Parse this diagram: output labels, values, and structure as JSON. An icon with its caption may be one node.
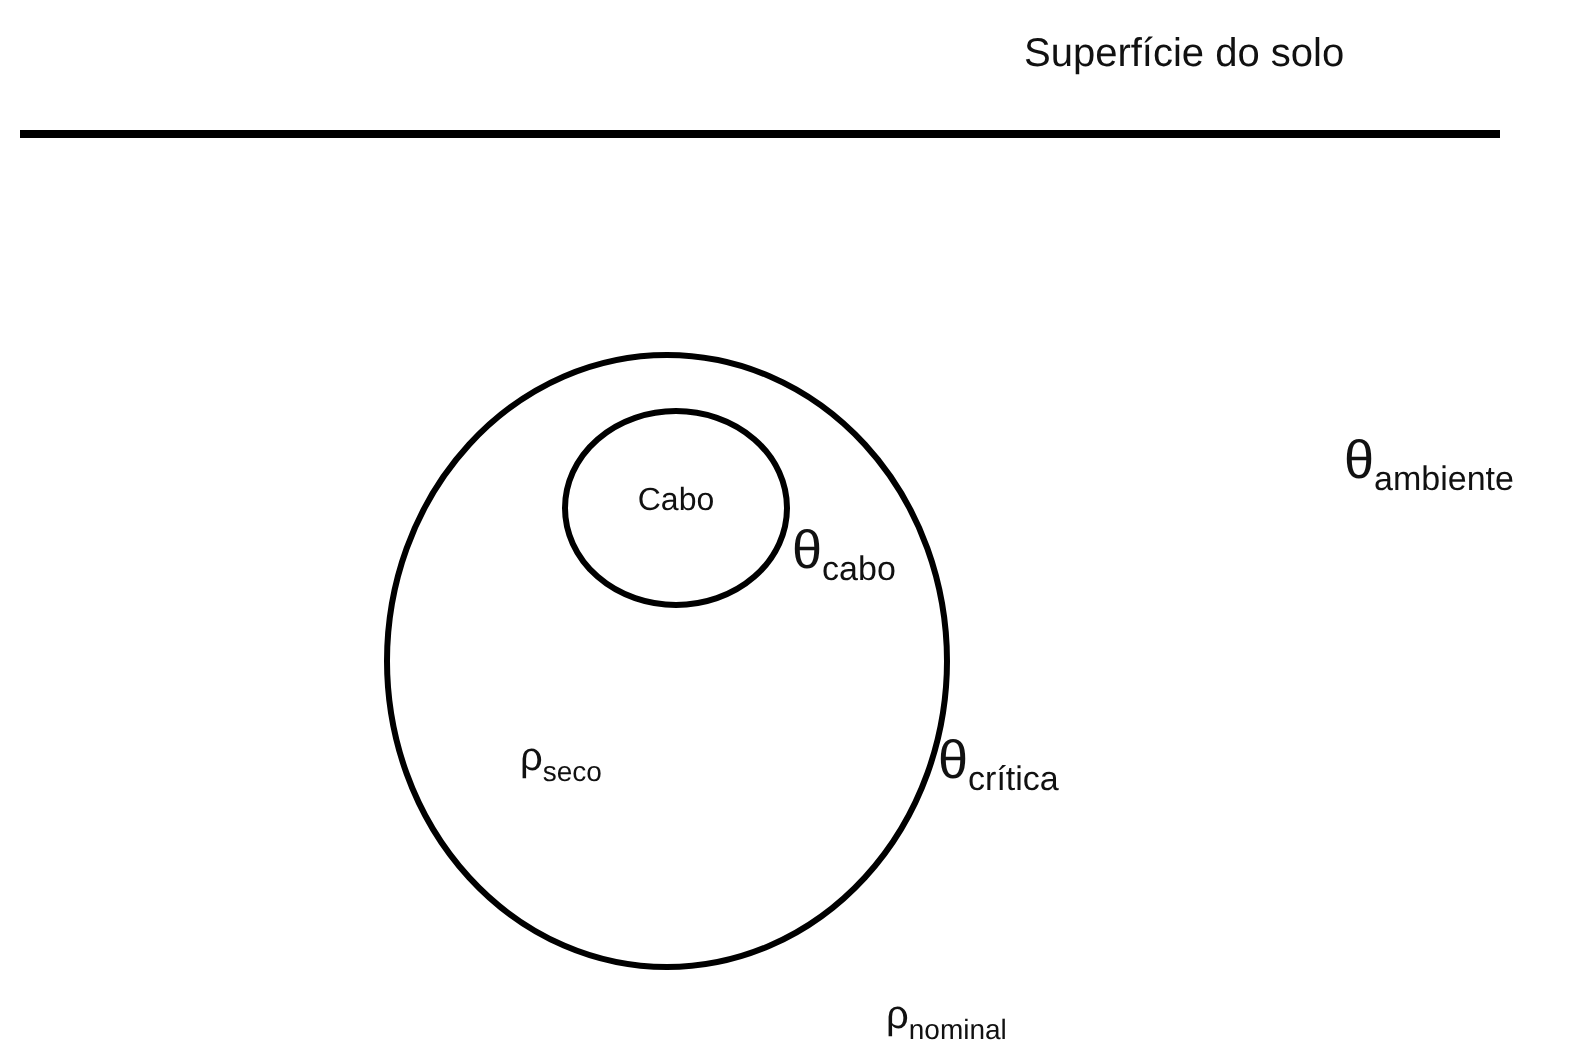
{
  "diagram": {
    "nodes": [
      {
        "text": [
          "ρ$_{seco}$"
        ]
      },
      {
        "text": [
          "Cabo"
        ],
        "in": 0
      }
    ],
    "edges": [],
    "labels": [
      "Superfície do solo",
      "θ$_{ambiente}$",
      "θ$_{cabo}$",
      "θ$_{crítica}$",
      "ρ$_{nominal}$"
    ]
  }
}
